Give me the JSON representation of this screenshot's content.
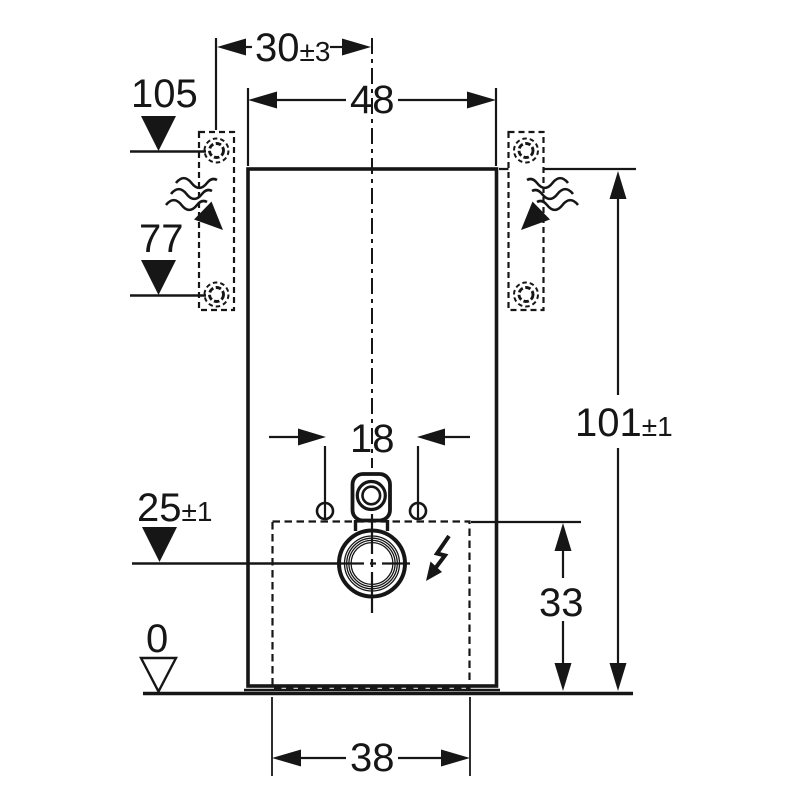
{
  "drawing": {
    "colors": {
      "line": "#161616",
      "background": "#ffffff"
    },
    "dimensions": {
      "top_offset": {
        "value": "30",
        "tolerance": "±3"
      },
      "module_width": {
        "value": "48"
      },
      "level_upper": {
        "value": "105"
      },
      "level_lower": {
        "value": "77"
      },
      "connection_spacing": {
        "value": "18"
      },
      "drain_level": {
        "value": "25",
        "tolerance": "±1"
      },
      "module_height": {
        "value": "101",
        "tolerance": "±1"
      },
      "service_height": {
        "value": "33"
      },
      "floor_level": {
        "value": "0"
      },
      "base_width": {
        "value": "38"
      }
    },
    "icons": {
      "water_flow_left": "squiggle-arrow",
      "water_flow_right": "squiggle-arrow",
      "electrical": "lightning-bolt",
      "datum_filled": "filled-triangle",
      "datum_open": "open-triangle"
    }
  }
}
